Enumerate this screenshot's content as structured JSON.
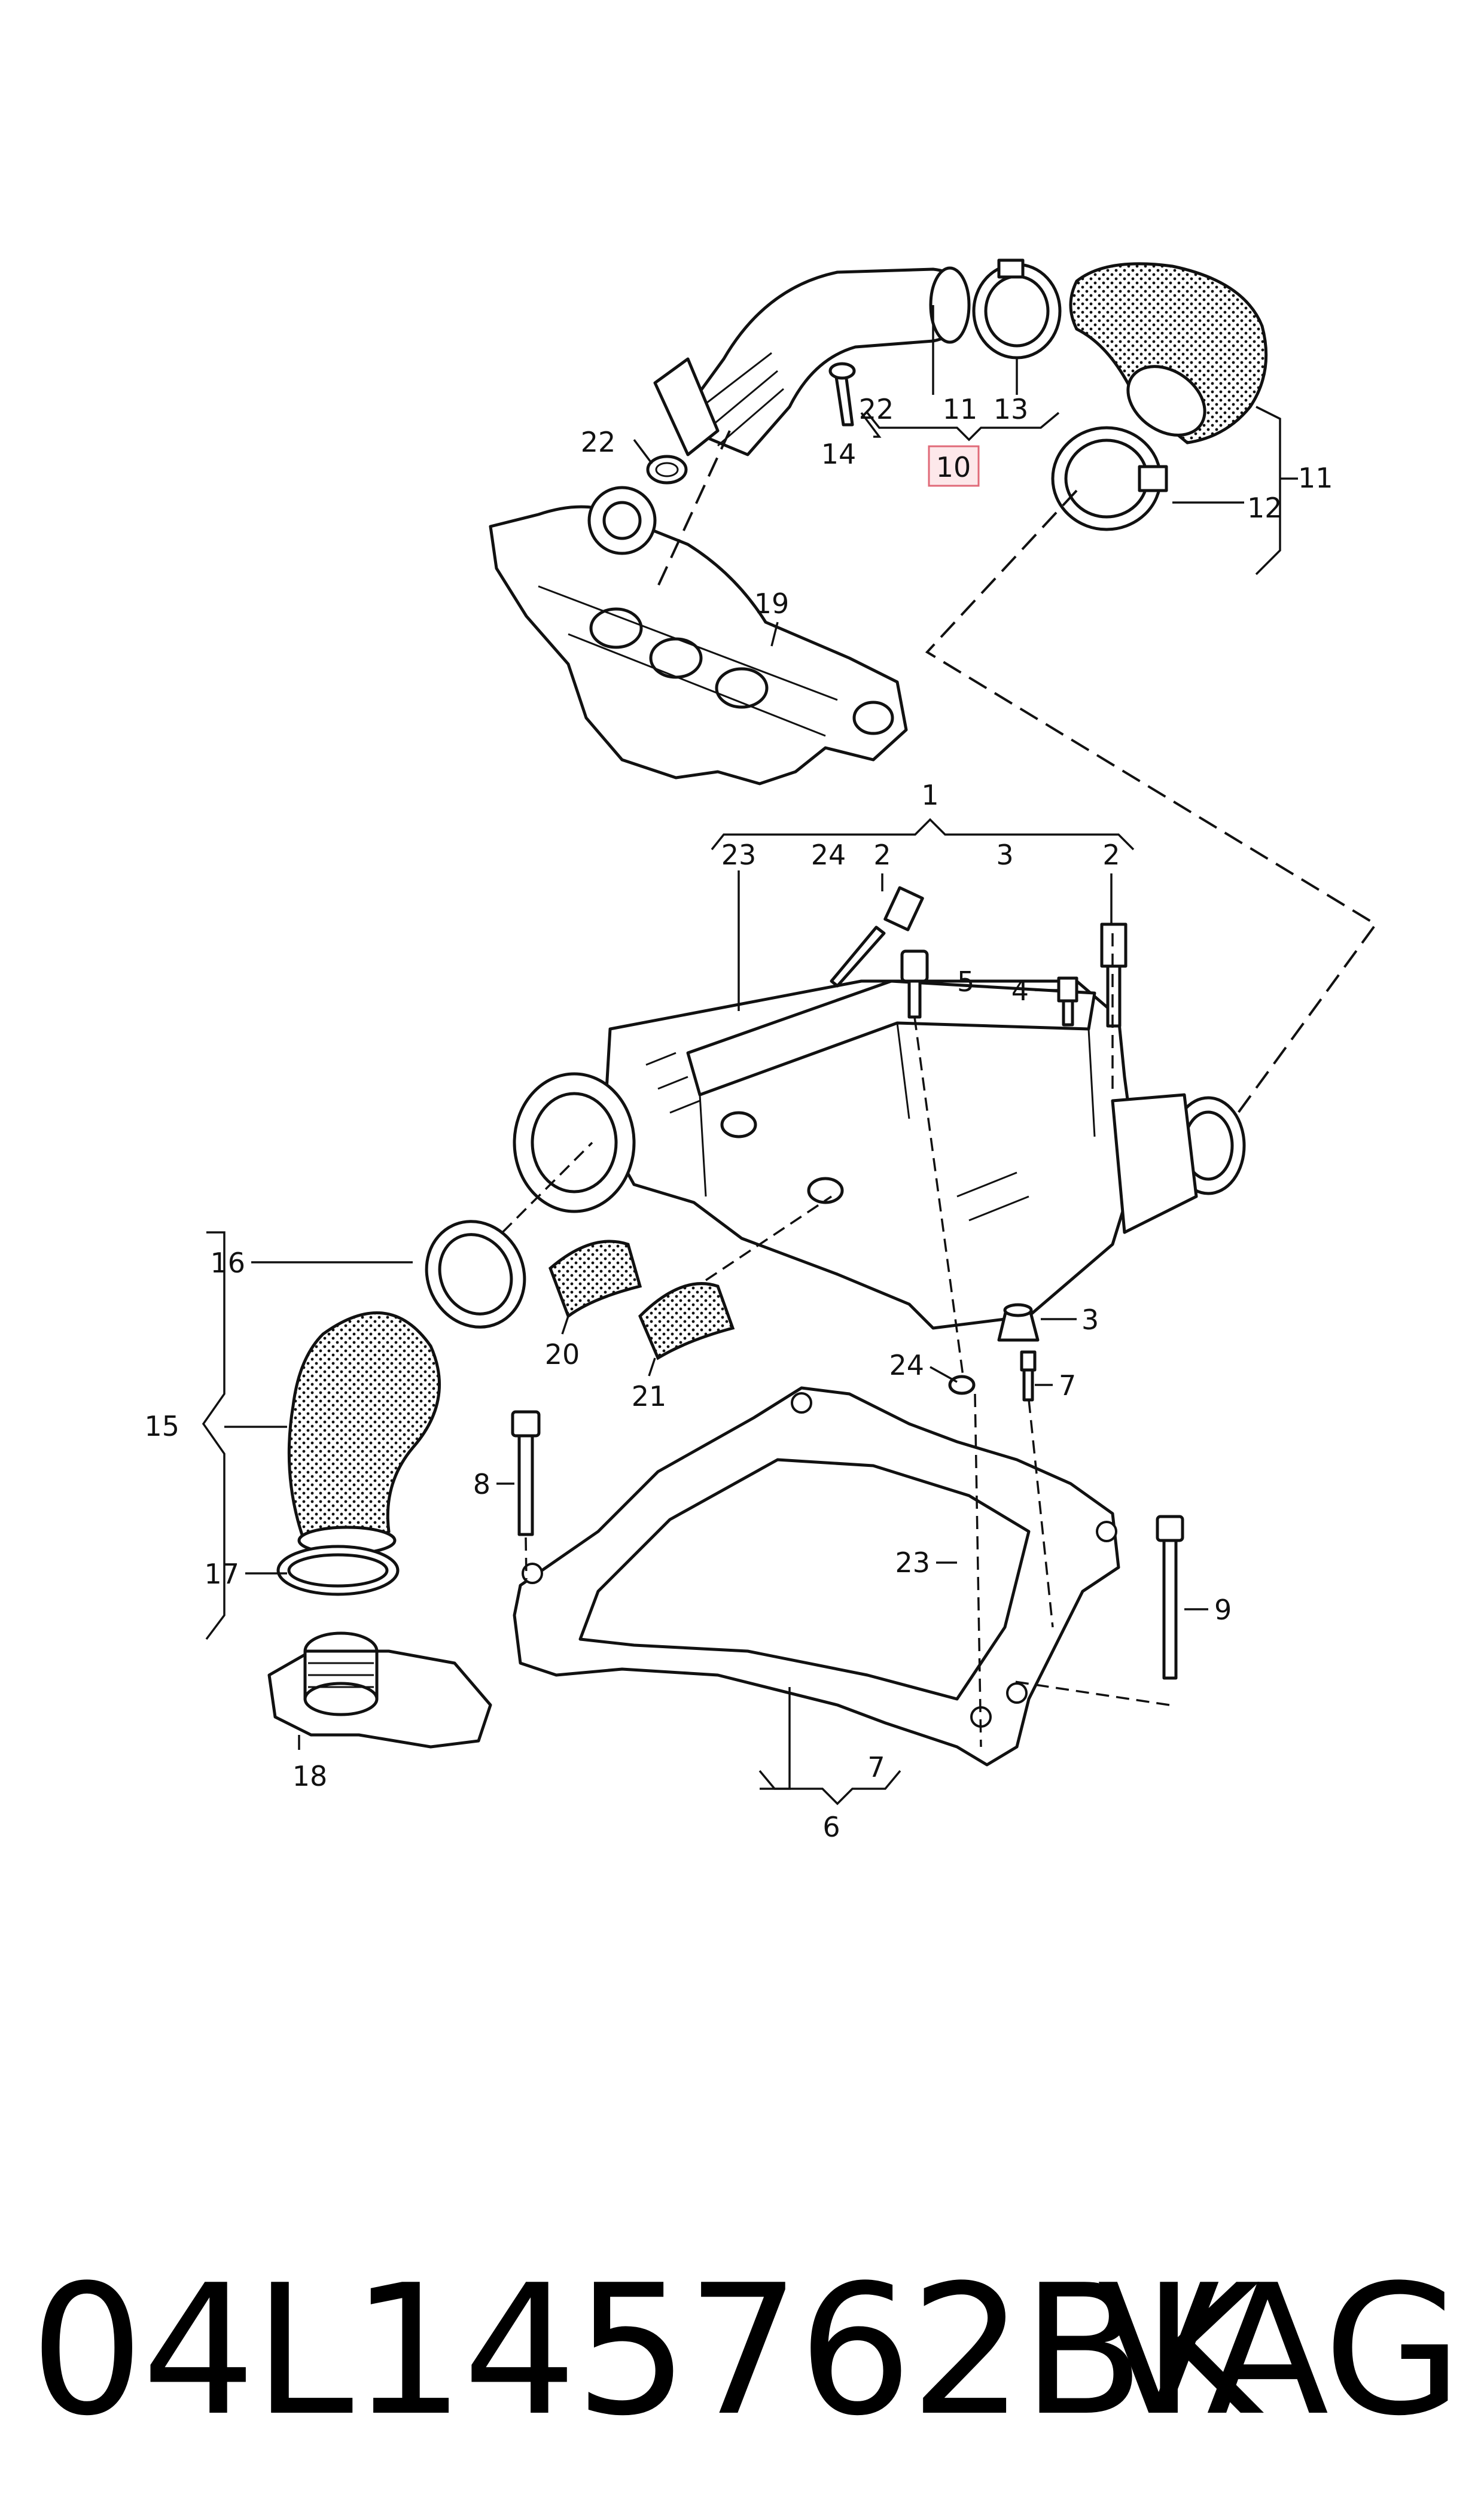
{
  "callouts": [
    {
      "id": "c-22-a",
      "text": "22"
    },
    {
      "id": "c-11-a",
      "text": "11"
    },
    {
      "id": "c-13",
      "text": "13"
    },
    {
      "id": "c-10",
      "text": "10"
    },
    {
      "id": "c-22-b",
      "text": "22"
    },
    {
      "id": "c-14",
      "text": "14"
    },
    {
      "id": "c-11-b",
      "text": "11"
    },
    {
      "id": "c-12",
      "text": "12"
    },
    {
      "id": "c-19",
      "text": "19"
    },
    {
      "id": "c-1",
      "text": "1"
    },
    {
      "id": "c-23-a",
      "text": "23"
    },
    {
      "id": "c-24-a",
      "text": "24"
    },
    {
      "id": "c-2-a",
      "text": "2"
    },
    {
      "id": "c-3-a",
      "text": "3"
    },
    {
      "id": "c-2-b",
      "text": "2"
    },
    {
      "id": "c-5",
      "text": "5"
    },
    {
      "id": "c-4",
      "text": "4"
    },
    {
      "id": "c-16",
      "text": "16"
    },
    {
      "id": "c-20",
      "text": "20"
    },
    {
      "id": "c-21",
      "text": "21"
    },
    {
      "id": "c-3-b",
      "text": "3"
    },
    {
      "id": "c-24-b",
      "text": "24"
    },
    {
      "id": "c-7-a",
      "text": "7"
    },
    {
      "id": "c-15",
      "text": "15"
    },
    {
      "id": "c-8",
      "text": "8"
    },
    {
      "id": "c-23-b",
      "text": "23"
    },
    {
      "id": "c-9",
      "text": "9"
    },
    {
      "id": "c-17",
      "text": "17"
    },
    {
      "id": "c-18",
      "text": "18"
    },
    {
      "id": "c-7-b",
      "text": "7"
    },
    {
      "id": "c-6",
      "text": "6"
    }
  ],
  "highlighted_callout": "10",
  "colors": {
    "line": "#111111",
    "highlight_fill": "#fde8ea",
    "highlight_stroke": "#e06a78",
    "background": "#ffffff"
  },
  "footer": {
    "part_number": "04L145762BK",
    "brand": "VAG"
  }
}
